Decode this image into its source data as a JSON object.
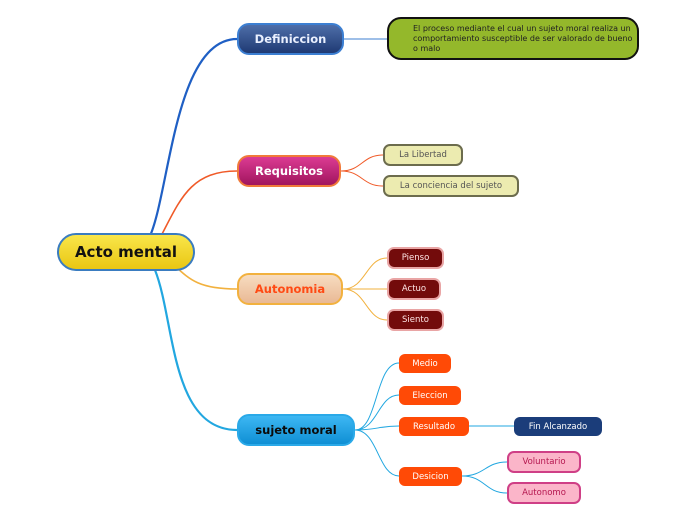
{
  "root": {
    "label": "Acto mental"
  },
  "branches": {
    "definicion": {
      "label": "Definiccion",
      "text": "El proceso mediante el cual un sujeto moral realiza un comportamiento susceptible de ser valorado de bueno o malo"
    },
    "requisitos": {
      "label": "Requisitos",
      "items": [
        "La Libertad",
        "La conciencia del sujeto"
      ]
    },
    "autonomia": {
      "label": "Autonomia",
      "items": [
        "Pienso",
        "Actuo",
        "Siento"
      ]
    },
    "sujeto_moral": {
      "label": "sujeto moral",
      "items": [
        "Medio",
        "Eleccion",
        "Resultado",
        "Desicion"
      ],
      "resultado_child": "Fin Alcanzado",
      "desicion_children": [
        "Voluntario",
        "Autonomo"
      ]
    }
  },
  "colors": {
    "definicion": "#1f5fc4",
    "requisitos": "#f05a28",
    "autonomia": "#f2b13e",
    "sujeto_moral": "#22a7e0"
  }
}
